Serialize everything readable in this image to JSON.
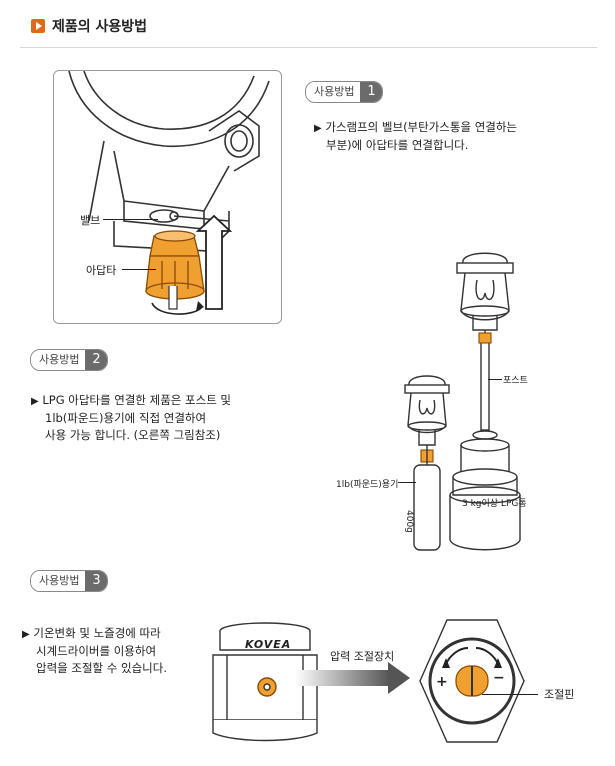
{
  "header": {
    "title": "제품의 사용방법"
  },
  "steps": [
    {
      "label": "사용방법",
      "number": "1",
      "lines": [
        "가스램프의 벨브(부탄가스통을 연결하는",
        "부분)에 아답타를 연결합니다."
      ]
    },
    {
      "label": "사용방법",
      "number": "2",
      "lines": [
        "LPG 아답타를 연결한 제품은 포스트 및",
        "1lb(파운드)용기에 직접 연결하여",
        "사용 가능 합니다. (오른쪽 그림참조)"
      ]
    },
    {
      "label": "사용방법",
      "number": "3",
      "lines": [
        "기온변화 및 노즐경에 따라",
        "시계드라이버를 이용하여",
        "압력을 조절할 수 있습니다."
      ]
    }
  ],
  "figure1": {
    "valve_label": "밸브",
    "adapter_label": "아답타"
  },
  "figure2": {
    "post_label": "포스트",
    "canister_label": "1lb(파운드)용기",
    "canister_text": "400g",
    "tank_text": "3 kg이상 LPG통"
  },
  "figure3": {
    "brand": "KOVEA",
    "pressure_label": "압력 조절장치",
    "pin_label": "조절핀",
    "plus": "+",
    "minus": "−"
  },
  "colors": {
    "accent": "#e06a1b",
    "adapter": "#f0a030",
    "badge_dark": "#6b6b6b"
  }
}
